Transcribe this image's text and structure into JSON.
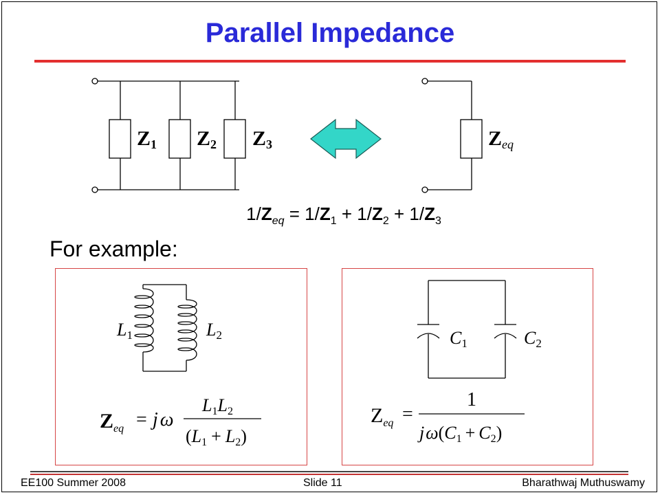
{
  "slide": {
    "title": "Parallel Impedance",
    "example_heading": "For example:"
  },
  "colors": {
    "title": "#2a2ad8",
    "accent_rule": "#e32f2f",
    "box_border": "#d64545",
    "arrow_fill": "#33d6c8"
  },
  "circuit_top": {
    "z1_main": "Z",
    "z1_sub": "1",
    "z2_main": "Z",
    "z2_sub": "2",
    "z3_main": "Z",
    "z3_sub": "3",
    "zeq_main": "Z",
    "zeq_sub": "eq"
  },
  "equation": {
    "lhs_num": "1/",
    "lhs_var": "Z",
    "lhs_sub": "eq",
    "equals": " = ",
    "t1_num": "1/",
    "t1_var": "Z",
    "t1_sub": "1",
    "plus1": " + ",
    "t2_num": "1/",
    "t2_var": "Z",
    "t2_sub": "2",
    "plus2": " + ",
    "t3_num": "1/",
    "t3_var": "Z",
    "t3_sub": "3"
  },
  "inductor_example": {
    "l1_main": "L",
    "l1_sub": "1",
    "l2_main": "L",
    "l2_sub": "2",
    "zeq_main": "Z",
    "zeq_sub": "eq",
    "equals": "=",
    "j": "j",
    "omega": "ω",
    "num_l1": "L",
    "num_l1_sub": "1",
    "num_l2": "L",
    "num_l2_sub": "2",
    "den_open": "(",
    "den_l1": "L",
    "den_l1_sub": "1",
    "den_plus": "+",
    "den_l2": "L",
    "den_l2_sub": "2",
    "den_close": ")"
  },
  "capacitor_example": {
    "c1_main": "C",
    "c1_sub": "1",
    "c2_main": "C",
    "c2_sub": "2",
    "zeq_main": "Z",
    "zeq_sub": "eq",
    "equals": "=",
    "numerator": "1",
    "j": "j",
    "omega": "ω",
    "den_open": "(",
    "den_c1": "C",
    "den_c1_sub": "1",
    "den_plus": "+",
    "den_c2": "C",
    "den_c2_sub": "2",
    "den_close": ")"
  },
  "footer": {
    "left": "EE100 Summer 2008",
    "center": "Slide 11",
    "right": "Bharathwaj Muthuswamy"
  }
}
